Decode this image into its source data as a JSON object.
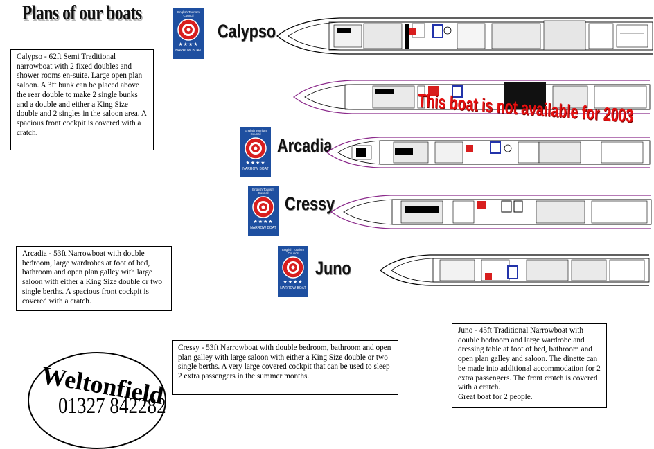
{
  "title": "Plans of our boats",
  "badge": {
    "council": "English Tourism Council",
    "stars": "★★★★",
    "label": "NARROW BOAT"
  },
  "boats": {
    "calypso": {
      "name": "Calypso",
      "description": " Calypso - 62ft Semi Traditional narrowboat with 2 fixed doubles and shower rooms en-suite.  Large open plan saloon.  A  3ft bunk can be placed above the rear double to make 2 single bunks and a double and either a King Size double  and 2 singles in the saloon area.  A spacious front cockpit is covered with a cratch."
    },
    "unavailable_boat": {
      "notice": "This boat is not available for 2003"
    },
    "arcadia": {
      "name": "Arcadia",
      "description": "Arcadia - 53ft Narrowboat with double bedroom, large wardrobes at foot of bed, bathroom and open plan galley with large saloon with either a King Size double or two single berths. A spacious front cockpit is covered with a cratch."
    },
    "cressy": {
      "name": "Cressy",
      "description": "Cressy - 53ft Narrowboat with double bedroom, bathroom and open plan galley with large saloon with either a King Size double or two single berths. A very large covered cockpit that can be used to sleep 2 extra passengers in the summer months."
    },
    "juno": {
      "name": "Juno",
      "description": " Juno - 45ft Traditional Narrowboat with double bedroom and large wardrobe and dressing table at foot of bed, bathroom and open plan galley and saloon.  The dinette can be made into additional accommodation for 2 extra passengers.  The front cratch is covered with a cratch.\nGreat boat for 2 people."
    }
  },
  "logo": {
    "name": "Weltonfield",
    "phone": "01327 842282"
  },
  "colors": {
    "badge_blue": "#1e4fa0",
    "notice_red": "#e41010",
    "hull_purple": "#8b2a8b"
  }
}
